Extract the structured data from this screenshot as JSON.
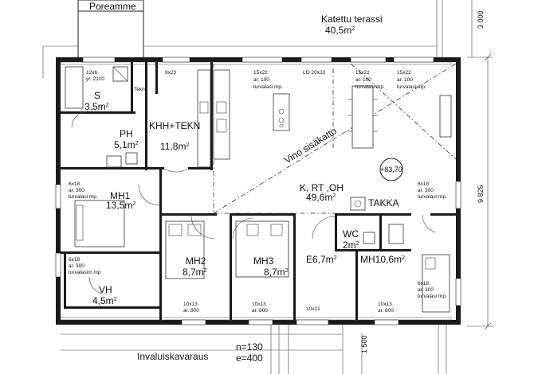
{
  "outdoor": {
    "spa": "Poreamme",
    "terrace_title": "Katettu terassi",
    "terrace_area": "40,5m",
    "accessibility": "Invaluiskavaraus",
    "stairs_n": "n=130",
    "stairs_e": "e=400"
  },
  "rooms": {
    "sauna_name": "S",
    "sauna_area": "3,5m",
    "wash_name": "PH",
    "wash_area": "5,1m",
    "utility_name": "KHH+TEKN",
    "utility_area": "11,8m",
    "living_name": "K, RT ,OH",
    "living_area": "49,6m",
    "fireplace": "TAKKA",
    "elevation": "+83,70",
    "ceiling_note": "Vino sisäkatto",
    "bed1_name": "MH1",
    "bed1_area": "13,5m",
    "bed2_name": "MH2",
    "bed2_area": "8,7m",
    "bed3_name": "MH3",
    "bed3_area": "8,7m",
    "bed4_label": "MH10,6m",
    "hall_label": "E6,7m",
    "wc_name": "WC",
    "wc_area": "2m",
    "closet_name": "VH",
    "closet_area": "4,5m",
    "tech_name": "Tekn",
    "sup": "2"
  },
  "windows": {
    "w_sauna_a": "12x6",
    "w_sauna_b": "yr. 2100",
    "w_9x23": "9x23",
    "w_15x22": "15x22",
    "ar_100": "ar. 100",
    "turva": "turvalasi mp.",
    "w_lo": "LO 20x23",
    "w_6x18": "6x18",
    "ar_300": "ar. 300",
    "turva_b": "turvalasim mp",
    "w_10x13": "10x13",
    "ar_800": "ar. 800",
    "w_10x21": "10x21"
  },
  "dims": {
    "terrace_depth": "3 000",
    "overall": "9 825",
    "stair_depth": "1 500"
  }
}
